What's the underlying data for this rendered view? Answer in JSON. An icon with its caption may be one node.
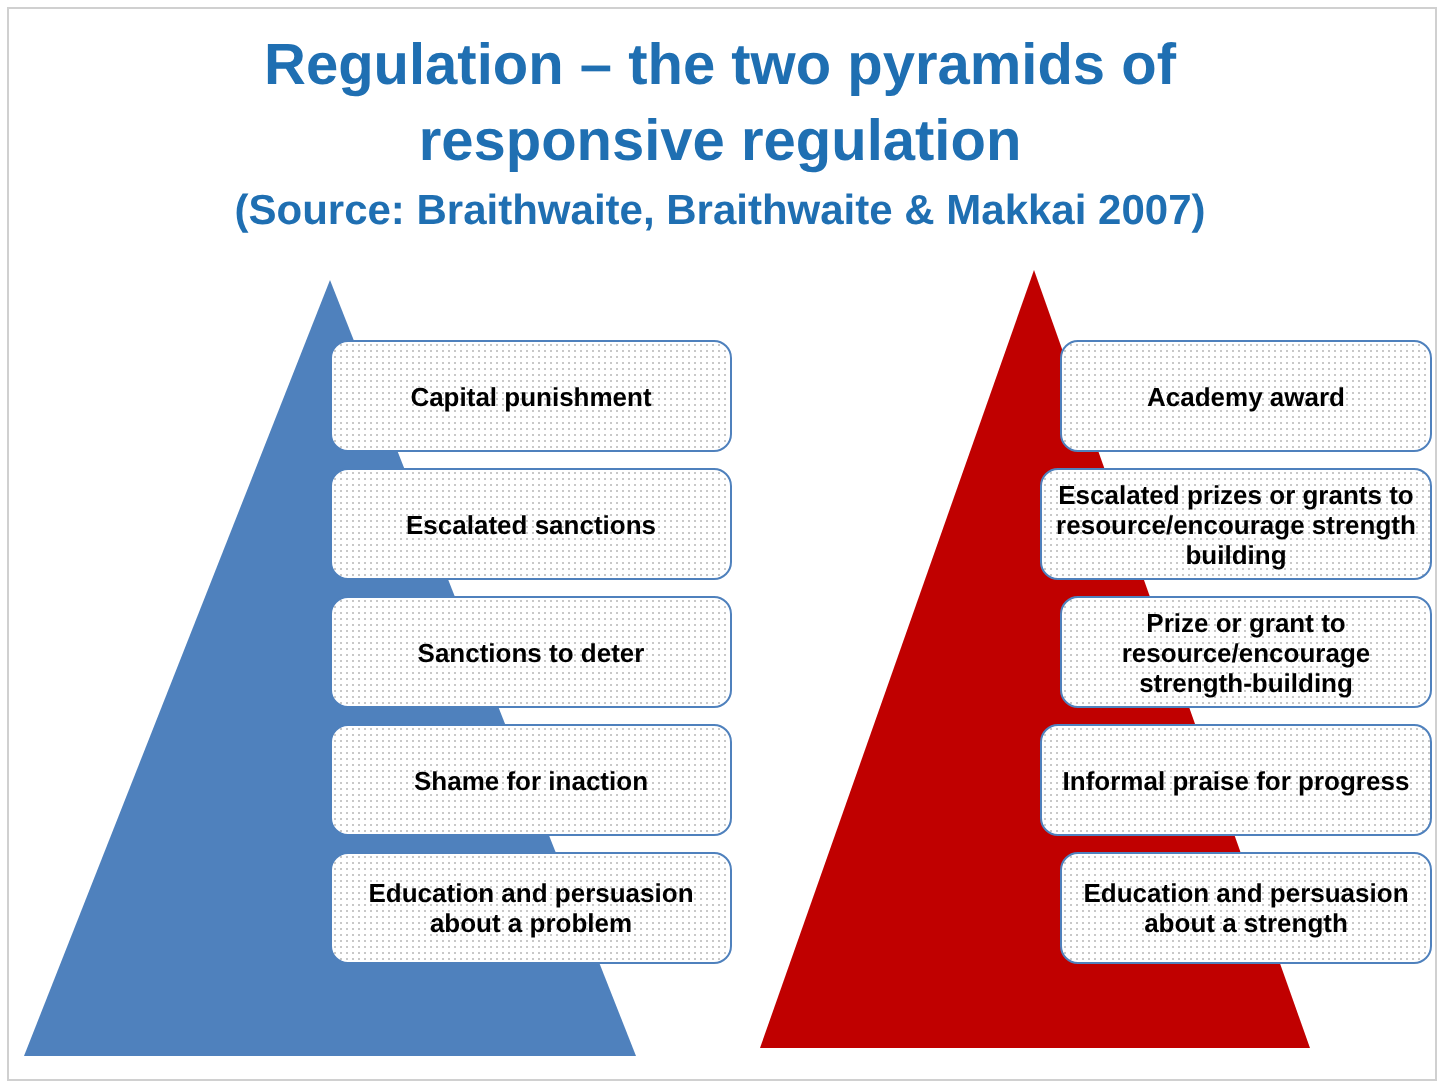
{
  "diagram": {
    "title": "Regulation – the two pyramids of responsive regulation",
    "nodes": [
      {
        "text": [],
        "shape": "triangle"
      },
      {
        "text": [
          "Capital punishment"
        ]
      },
      {
        "text": [
          "Escalated sanctions"
        ]
      },
      {
        "text": [
          "Sanctions to deter"
        ]
      },
      {
        "text": [
          "Shame for inaction"
        ]
      },
      {
        "text": [
          "Education and persuasion about a problem"
        ]
      },
      {
        "text": [],
        "shape": "triangle"
      },
      {
        "text": [
          "Academy award"
        ]
      },
      {
        "text": [
          "Escalated prizes or grants to resource/encourage strength building"
        ]
      },
      {
        "text": [
          "Prize or grant to resource/encourage strength-building"
        ]
      },
      {
        "text": [
          "Informal praise for progress"
        ]
      },
      {
        "text": [
          "Education and persuasion about a strength"
        ]
      }
    ],
    "edges": [],
    "labels": [
      "(Source: Braithwaite, Braithwaite & Makkai 2007)"
    ]
  }
}
